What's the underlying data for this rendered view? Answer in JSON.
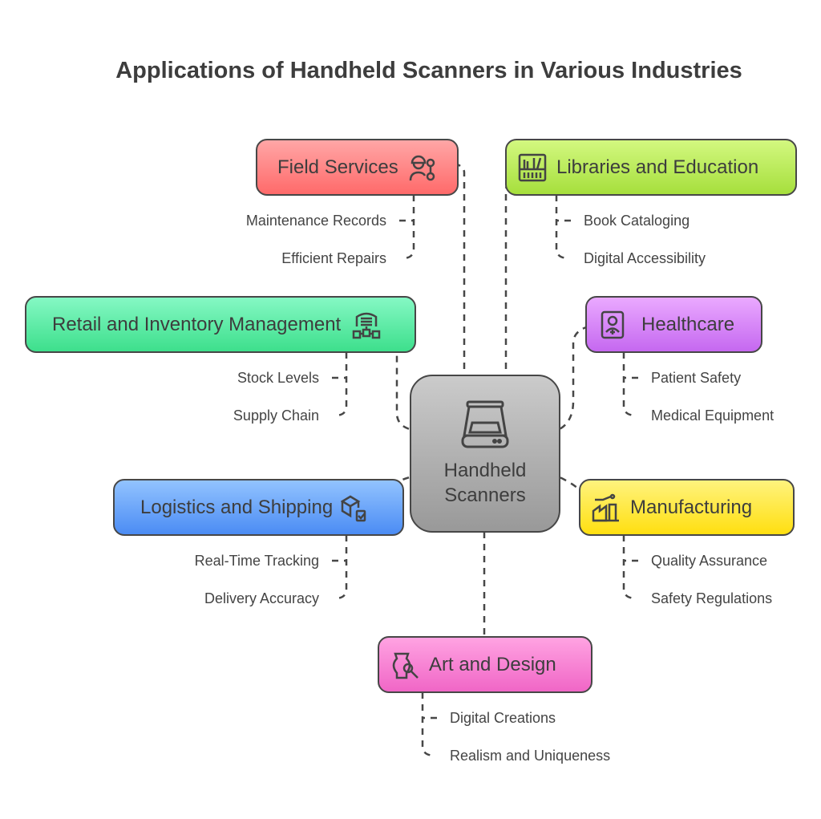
{
  "title": "Applications of Handheld Scanners in Various Industries",
  "center": {
    "label_line1": "Handheld",
    "label_line2": "Scanners",
    "icon": "scanner-icon",
    "color": "#b0b0b0"
  },
  "categories": [
    {
      "id": "field",
      "label": "Field Services",
      "icon": "technician-icon",
      "color": "#ff8585",
      "items": [
        "Maintenance Records",
        "Efficient Repairs"
      ]
    },
    {
      "id": "libraries",
      "label": "Libraries and Education",
      "icon": "bookshelf-icon",
      "color": "#bdeb5c",
      "items": [
        "Book Cataloging",
        "Digital Accessibility"
      ]
    },
    {
      "id": "retail",
      "label": "Retail and Inventory Management",
      "icon": "warehouse-icon",
      "color": "#5eedaa",
      "items": [
        "Stock Levels",
        "Supply Chain"
      ]
    },
    {
      "id": "healthcare",
      "label": "Healthcare",
      "icon": "medical-badge-icon",
      "color": "#d98af7",
      "items": [
        "Patient Safety",
        "Medical Equipment"
      ]
    },
    {
      "id": "logistics",
      "label": "Logistics and Shipping",
      "icon": "package-tracking-icon",
      "color": "#6ea8fa",
      "items": [
        "Real-Time Tracking",
        "Delivery Accuracy"
      ]
    },
    {
      "id": "manufacturing",
      "label": "Manufacturing",
      "icon": "factory-icon",
      "color": "#ffea4a",
      "items": [
        "Quality Assurance",
        "Safety Regulations"
      ]
    },
    {
      "id": "art",
      "label": "Art and Design",
      "icon": "vase-brush-icon",
      "color": "#fa86d4",
      "items": [
        "Digital Creations",
        "Realism and Uniqueness"
      ]
    }
  ]
}
